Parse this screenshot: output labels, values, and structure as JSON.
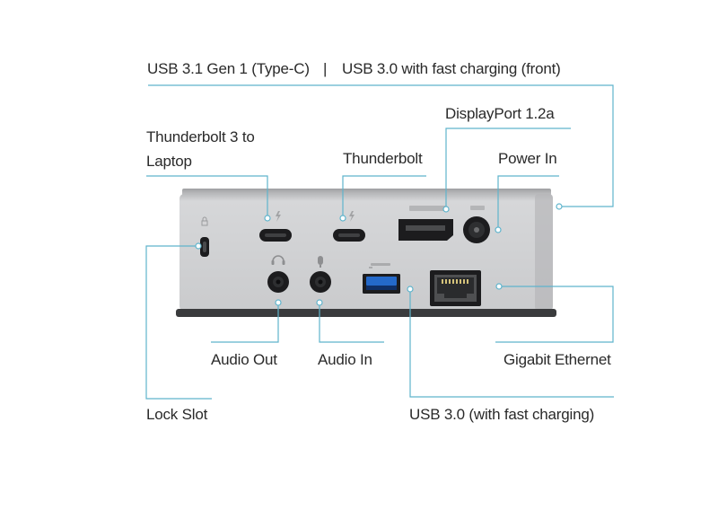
{
  "labels": {
    "usb31_gen1": "USB 3.1 Gen 1 (Type-C)",
    "separator": "|",
    "usb30_fast_front": "USB 3.0 with fast charging (front)",
    "displayport": "DisplayPort 1.2a",
    "thunderbolt3_laptop": "Thunderbolt 3 to\nLaptop",
    "thunderbolt": "Thunderbolt",
    "power_in": "Power In",
    "audio_out": "Audio Out",
    "audio_in": "Audio In",
    "gigabit_ethernet": "Gigabit Ethernet",
    "lock_slot": "Lock Slot",
    "usb30_fast": "USB 3.0 (with fast charging)"
  },
  "colors": {
    "leader": "#5fb4cc",
    "device_body": "#c9cacc",
    "device_face": "#d3d4d6",
    "device_base": "#3a3b3d",
    "port_dark": "#1c1c1e",
    "text": "#2a2a2a"
  },
  "icons": [
    "lock-icon",
    "thunderbolt-icon",
    "headphone-icon",
    "microphone-icon",
    "usb-icon",
    "power-icon"
  ]
}
